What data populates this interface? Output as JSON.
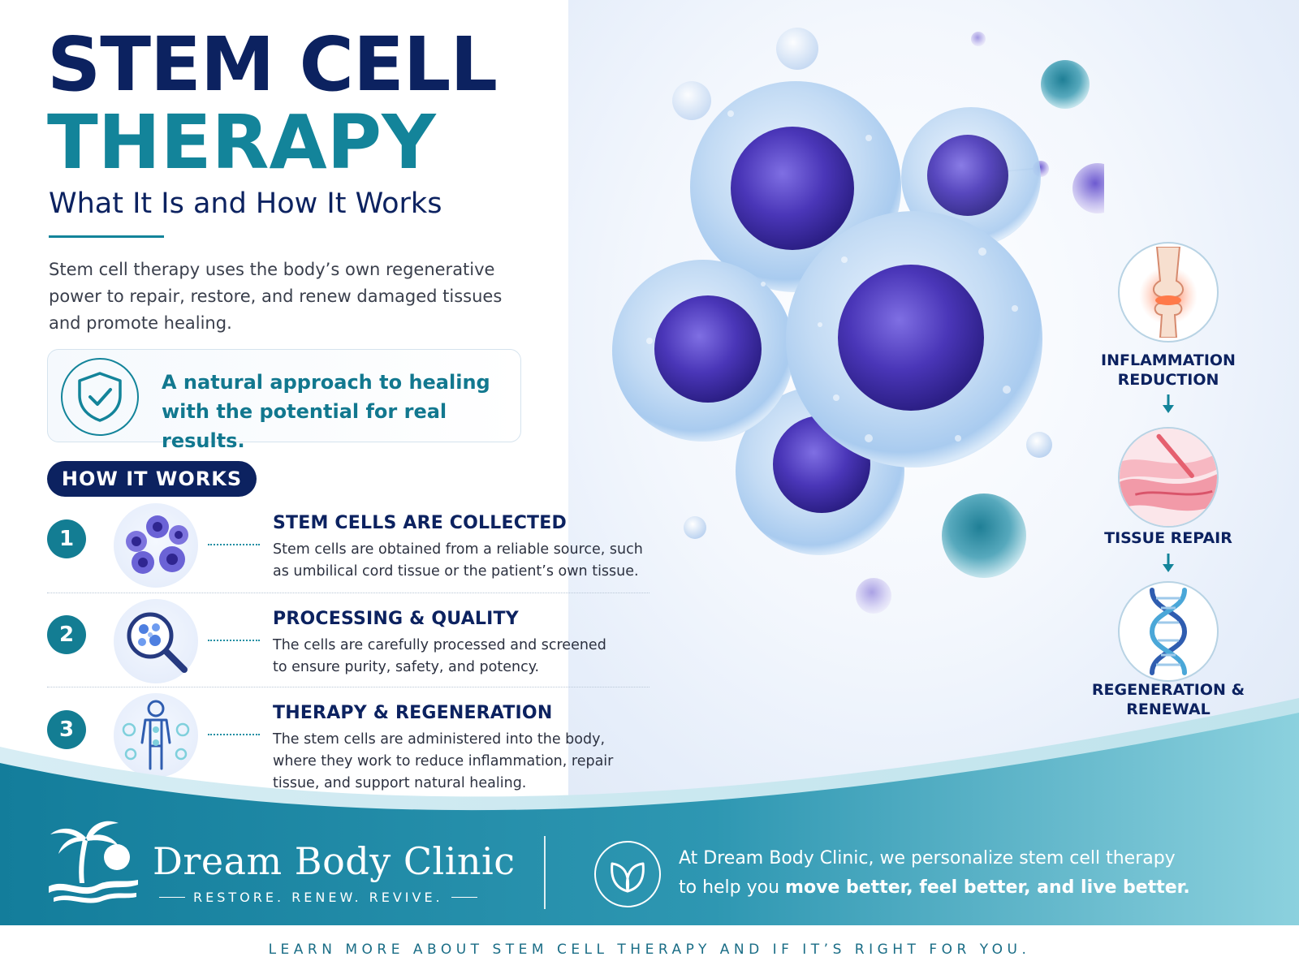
{
  "header": {
    "title_line1": "STEM CELL",
    "title_line2": "THERAPY",
    "subtitle": "What It Is and How It Works"
  },
  "intro": "Stem cell therapy uses the body’s own regenerative power to repair, restore, and renew damaged tissues and promote healing.",
  "callout": {
    "icon": "shield-check-icon",
    "line1": "A natural approach to healing",
    "line2": "with the potential for real results."
  },
  "how_it_works": {
    "label": "HOW IT WORKS",
    "steps": [
      {
        "number": "1",
        "icon": "stem-cells-icon",
        "title": "STEM CELLS ARE COLLECTED",
        "line1": "Stem cells are obtained from a reliable source, such",
        "line2": "as umbilical cord tissue or the patient’s own tissue.",
        "line3": ""
      },
      {
        "number": "2",
        "icon": "magnifier-cells-icon",
        "title": "PROCESSING & QUALITY",
        "line1": "The cells are carefully processed and screened",
        "line2": "to ensure purity, safety, and potency.",
        "line3": ""
      },
      {
        "number": "3",
        "icon": "human-body-icon",
        "title": "THERAPY & REGENERATION",
        "line1": "The stem cells are administered into the body,",
        "line2": "where they work to reduce inflammation, repair",
        "line3": "tissue, and support natural healing."
      }
    ]
  },
  "benefits_flow": [
    {
      "icon": "knee-joint-icon",
      "line1": "INFLAMMATION",
      "line2": "REDUCTION"
    },
    {
      "icon": "tissue-icon",
      "line1": "TISSUE REPAIR",
      "line2": ""
    },
    {
      "icon": "dna-icon",
      "line1": "REGENERATION &",
      "line2": "RENEWAL"
    }
  ],
  "footer": {
    "logo_icon": "palm-tree-sun-wave-icon",
    "brand_name": "Dream Body Clinic",
    "tagline": "RESTORE. RENEW. REVIVE.",
    "leaf_icon": "leaf-icon",
    "message_line1": "At Dream Body Clinic, we personalize stem cell therapy",
    "message_line2_prefix": "to help you ",
    "message_line2_bold": "move better, feel better, and live better.",
    "cta": "LEARN MORE ABOUT STEM CELL THERAPY AND IF IT’S RIGHT FOR YOU."
  },
  "colors": {
    "navy": "#0c2260",
    "teal": "#13849a",
    "cell_nucleus": "#4a36b8",
    "cell_membrane": "#bcd6f2"
  }
}
